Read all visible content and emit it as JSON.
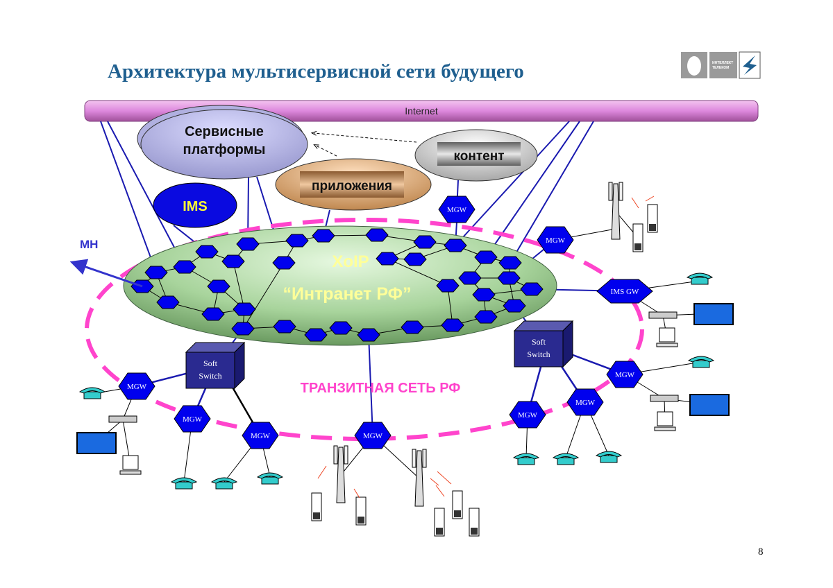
{
  "title": "Архитектура мультисервисной сети будущего",
  "logo": {
    "text_line1": "ИНТЕЛЛЕКТ",
    "text_line2": "ТЕЛЕКОМ"
  },
  "internet_label": "Internet",
  "service_platforms": {
    "line1": "Сервисные",
    "line2": "платформы"
  },
  "content_label": "контент",
  "apps_label": "приложения",
  "ims_label": "IMS",
  "mh_label": "МН",
  "xoip_label": "XoIP",
  "intranet_label": "“Интранет РФ”",
  "transit_label": "ТРАНЗИТНАЯ СЕТЬ РФ",
  "softswitch": {
    "line1": "Soft",
    "line2": "Switch"
  },
  "mgw_label": "MGW",
  "ims_gw_label": "IMS GW",
  "page_number": "8",
  "colors": {
    "title": "#1f5f8f",
    "node": "#0000ee",
    "ring": "#ff44cc",
    "core": "#b8e0b0",
    "internet": "#dd88dd",
    "link": "#1a1ab0"
  }
}
